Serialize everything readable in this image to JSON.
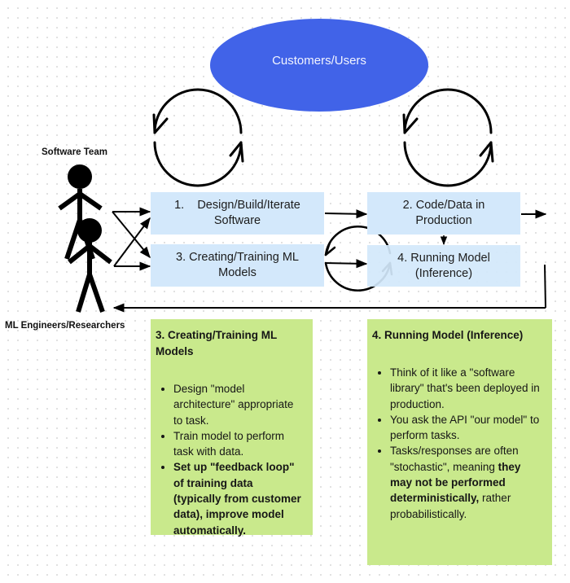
{
  "ellipse": {
    "label": "Customers/Users",
    "color": "#4163e8"
  },
  "actors": {
    "software_team": "Software Team",
    "ml_engineers": "ML Engineers/Researchers"
  },
  "steps": {
    "design": {
      "number": "1.",
      "text_line1": "Design/Build/Iterate",
      "text_line2": "Software"
    },
    "production": {
      "text_line1": "2. Code/Data in",
      "text_line2": "Production"
    },
    "training": {
      "text_line1": "3. Creating/Training ML",
      "text_line2": "Models"
    },
    "inference": {
      "text_line1": "4. Running Model",
      "text_line2": "(Inference)"
    }
  },
  "notes": {
    "training": {
      "title": "3. Creating/Training ML Models",
      "bullets": [
        {
          "text": "Design \"model architecture\" appropriate to task."
        },
        {
          "text": "Train model to perform task with data."
        },
        {
          "bold": "Set up \"feedback loop\" of training data (typically from customer data), improve model automatically."
        }
      ]
    },
    "inference": {
      "title": "4. Running Model (Inference)",
      "bullets": [
        {
          "text": "Think of it like a \"software library\" that's been deployed in production."
        },
        {
          "text": "You ask the API \"our model\" to perform tasks."
        },
        {
          "pre": "Tasks/responses are often \"stochastic\", meaning ",
          "bold": "they may not be performed deterministically,",
          "post": " rather probabilistically."
        }
      ]
    }
  },
  "colors": {
    "step_box_bg": "#d3e8fb",
    "note_bg": "#c9e98c",
    "line": "#000000"
  }
}
